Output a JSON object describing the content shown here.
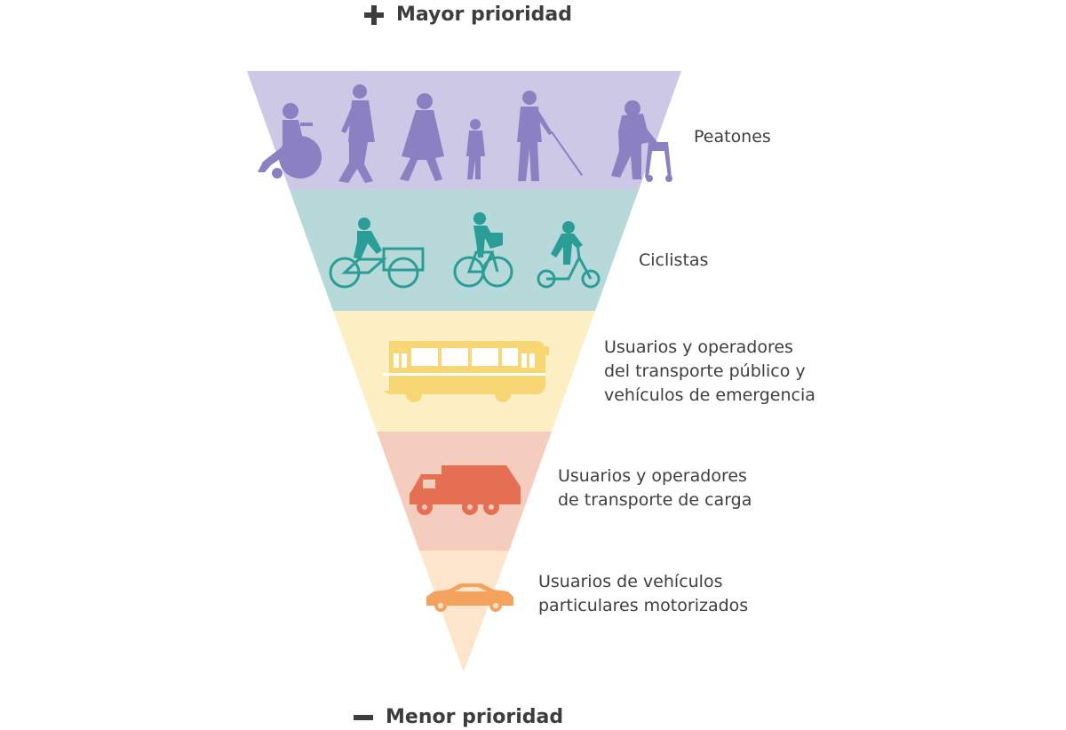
{
  "priority": {
    "top_label": "Mayor prioridad",
    "bottom_label": "Menor prioridad"
  },
  "levels": [
    {
      "id": "peatones",
      "lines": [
        "Peatones"
      ],
      "color": "#cdc8e6",
      "icon_color": "#8a80c2"
    },
    {
      "id": "ciclistas",
      "lines": [
        "Ciclistas"
      ],
      "color": "#b8d9d9",
      "icon_color": "#2a9d97"
    },
    {
      "id": "transporte-publico",
      "lines": [
        "Usuarios y operadores",
        "del transporte público y",
        "vehículos de emergencia"
      ],
      "color": "#fcefc4",
      "icon_color": "#f7d774"
    },
    {
      "id": "transporte-carga",
      "lines": [
        "Usuarios y operadores",
        "de transporte de carga"
      ],
      "color": "#f5cdbf",
      "icon_color": "#e56f52"
    },
    {
      "id": "vehiculos-particulares",
      "lines": [
        "Usuarios de vehículos",
        "particulares motorizados"
      ],
      "color": "#fde6cc",
      "icon_color": "#f4a35e"
    }
  ]
}
